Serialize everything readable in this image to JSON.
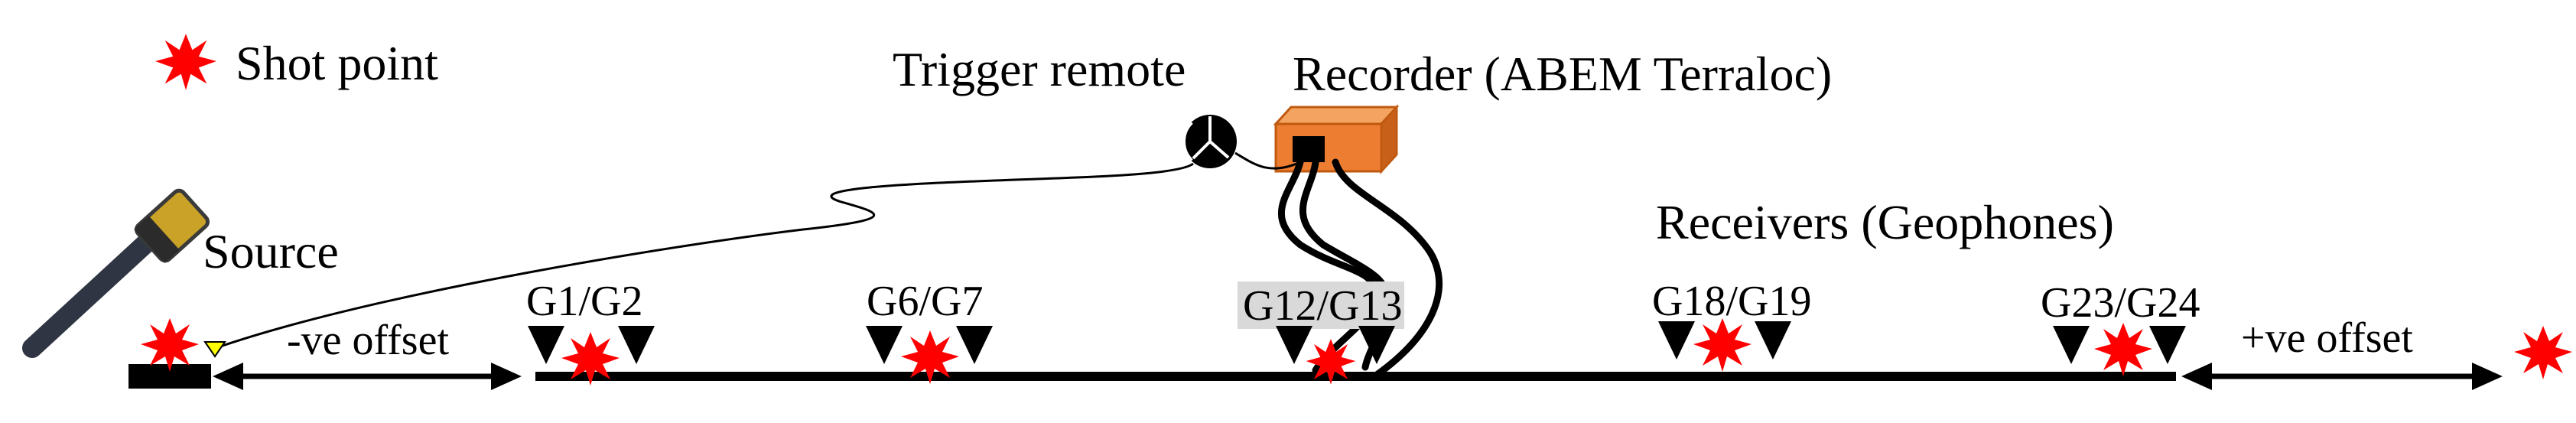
{
  "legend": {
    "shot_point_label": "Shot point"
  },
  "labels": {
    "trigger": "Trigger  remote",
    "recorder": "Recorder (ABEM  Terraloc)",
    "source": "Source",
    "receivers": "Receivers (Geophones)",
    "neg_offset": "-ve offset",
    "pos_offset": "+ve offset"
  },
  "geophone_pairs": [
    {
      "label": "G1/G2"
    },
    {
      "label": "G6/G7"
    },
    {
      "label": "G12/G13",
      "highlighted": true
    },
    {
      "label": "G18/G19"
    },
    {
      "label": "G23/G24"
    }
  ],
  "colors": {
    "shot": "#ff0000",
    "recorder": "#ed7d31",
    "hammer_head": "#c9a227",
    "geophone": "#000000",
    "highlight": "#d9d9d9",
    "source_marker": "#ffff00"
  }
}
